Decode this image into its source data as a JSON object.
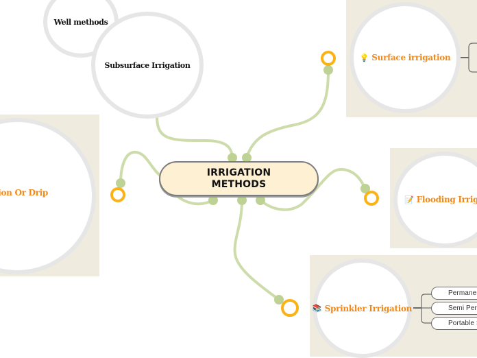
{
  "central_topic": {
    "line1": "IRRIGATION",
    "line2": "METHODS"
  },
  "topics": {
    "well": {
      "label": "Well methods"
    },
    "subsurface": {
      "label": "Subsurface Irrigation"
    },
    "drip": {
      "label": "Irrigation Or Drip",
      "visible_label": "gation Or Drip"
    },
    "surface": {
      "label": "Surface irrigation",
      "icon": "lightbulb-icon",
      "glyph": "💡"
    },
    "flooding": {
      "label": "Flooding Irrigation",
      "icon": "notepad-pencil-icon",
      "glyph": "📝"
    },
    "sprinkler": {
      "label": "Sprinkler Irrigation",
      "icon": "books-icon",
      "glyph": "📚",
      "subtopics": [
        {
          "label": "Permanent S"
        },
        {
          "label": "Semi Perma"
        },
        {
          "label": "Portable Sys"
        }
      ]
    }
  },
  "colors": {
    "connector": "#cddcaa",
    "connector_dot": "#bfd295",
    "collapse_ring": "#fbb216",
    "panel_bg": "#efebdf",
    "topic_text": "#f28a1a",
    "central_fill": "#fdf0d3"
  }
}
